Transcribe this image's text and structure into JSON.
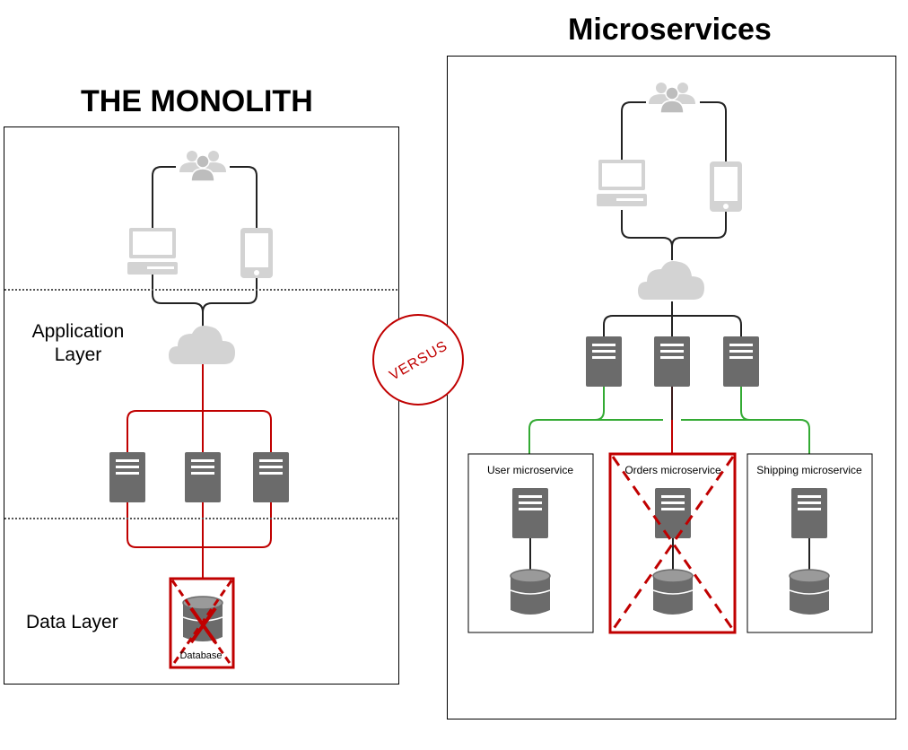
{
  "monolith": {
    "title": "THE MONOLITH",
    "application_layer_label": [
      "Application",
      "Layer"
    ],
    "data_layer_label": "Data Layer",
    "database_label": "Database"
  },
  "microservices": {
    "title": "Microservices",
    "services": [
      {
        "label": "User microservice",
        "failed": false
      },
      {
        "label": "Orders microservice",
        "failed": true
      },
      {
        "label": "Shipping microservice",
        "failed": false
      }
    ]
  },
  "versus_label": "VERSUS",
  "colors": {
    "failure": "#c00000",
    "healthy_link": "#33aa33",
    "link": "#222222",
    "icon_gray": "#6b6b6b",
    "icon_light": "#d3d3d3"
  },
  "icons": [
    "users-icon",
    "laptop-icon",
    "phone-icon",
    "cloud-icon",
    "server-icon",
    "database-icon"
  ]
}
